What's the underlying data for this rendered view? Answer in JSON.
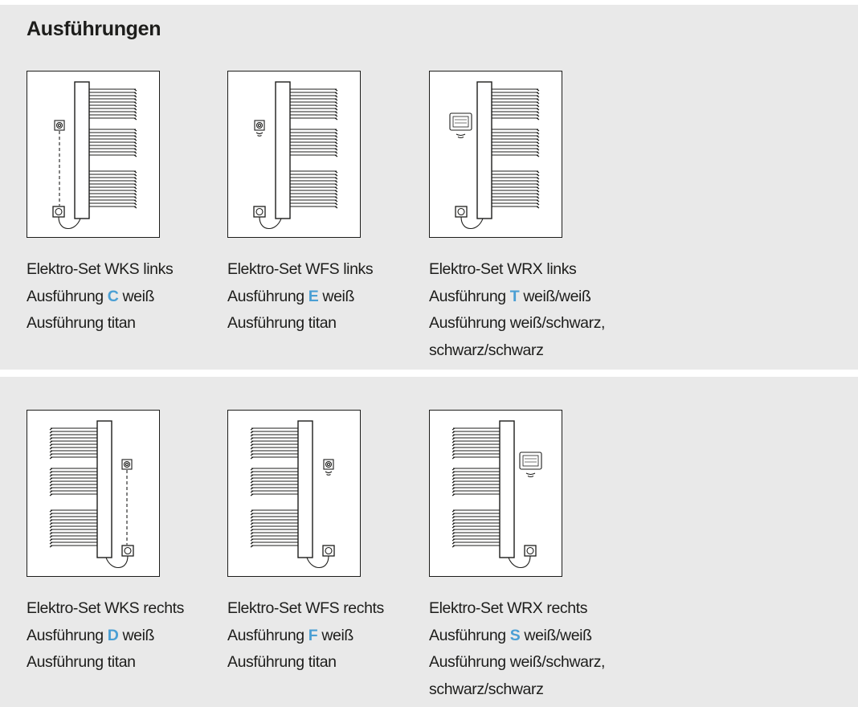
{
  "section": {
    "heading": "Ausführungen"
  },
  "colors": {
    "accent": "#4a9fd4",
    "panel": "#e9e9e9",
    "ink": "#1d1d1b"
  },
  "variants": [
    {
      "icon": "radiator-wks-left-icon",
      "title": "Elektro-Set WKS links",
      "line2_pre": "Ausführung",
      "code": "C",
      "line2_post": "weiß",
      "line3": "Ausführung titan",
      "line4": ""
    },
    {
      "icon": "radiator-wfs-left-icon",
      "title": "Elektro-Set WFS links",
      "line2_pre": "Ausführung",
      "code": "E",
      "line2_post": "weiß",
      "line3": "Ausführung titan",
      "line4": ""
    },
    {
      "icon": "radiator-wrx-left-icon",
      "title": "Elektro-Set WRX links",
      "line2_pre": "Ausführung",
      "code": "T",
      "line2_post": "weiß/weiß",
      "line3": "Ausführung weiß/schwarz,",
      "line4": "schwarz/schwarz"
    },
    {
      "icon": "radiator-wks-right-icon",
      "title": "Elektro-Set WKS rechts",
      "line2_pre": "Ausführung",
      "code": "D",
      "line2_post": "weiß",
      "line3": "Ausführung titan",
      "line4": ""
    },
    {
      "icon": "radiator-wfs-right-icon",
      "title": "Elektro-Set WFS rechts",
      "line2_pre": "Ausführung",
      "code": "F",
      "line2_post": "weiß",
      "line3": "Ausführung titan",
      "line4": ""
    },
    {
      "icon": "radiator-wrx-right-icon",
      "title": "Elektro-Set WRX rechts",
      "line2_pre": "Ausführung",
      "code": "S",
      "line2_post": "weiß/weiß",
      "line3": "Ausführung weiß/schwarz,",
      "line4": "schwarz/schwarz"
    }
  ]
}
